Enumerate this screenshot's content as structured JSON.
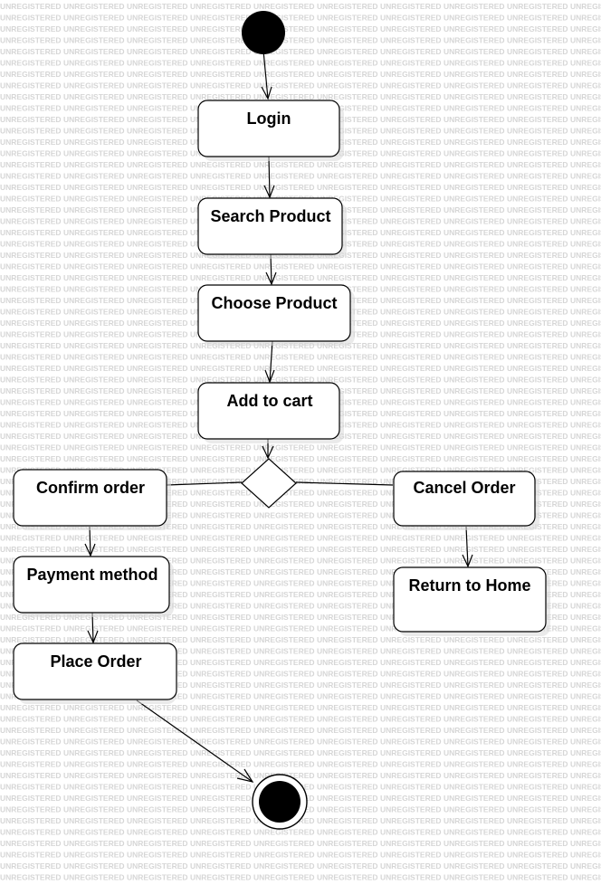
{
  "diagram": {
    "watermark_text": "UNREGISTERED",
    "nodes": {
      "login": "Login",
      "search_product": "Search Product",
      "choose_product": "Choose Product",
      "add_to_cart": "Add to cart",
      "confirm_order": "Confirm order",
      "payment_method": "Payment method",
      "place_order": "Place Order",
      "cancel_order": "Cancel Order",
      "return_to_home": "Return to Home"
    },
    "edges": [
      {
        "from": "start",
        "to": "login"
      },
      {
        "from": "login",
        "to": "search_product"
      },
      {
        "from": "search_product",
        "to": "choose_product"
      },
      {
        "from": "choose_product",
        "to": "add_to_cart"
      },
      {
        "from": "add_to_cart",
        "to": "decision"
      },
      {
        "from": "decision",
        "to": "confirm_order"
      },
      {
        "from": "decision",
        "to": "cancel_order"
      },
      {
        "from": "confirm_order",
        "to": "payment_method"
      },
      {
        "from": "payment_method",
        "to": "place_order"
      },
      {
        "from": "cancel_order",
        "to": "return_to_home"
      },
      {
        "from": "place_order",
        "to": "end"
      }
    ]
  }
}
